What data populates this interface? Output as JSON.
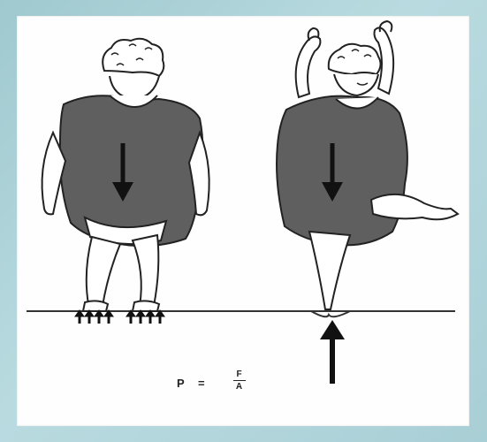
{
  "formula": {
    "lhs": "P",
    "eq": "=",
    "numerator": "F",
    "denominator": "A"
  },
  "colors": {
    "shirt": "#5f5f5f",
    "ink": "#111111",
    "background": "#a9cfd6"
  }
}
